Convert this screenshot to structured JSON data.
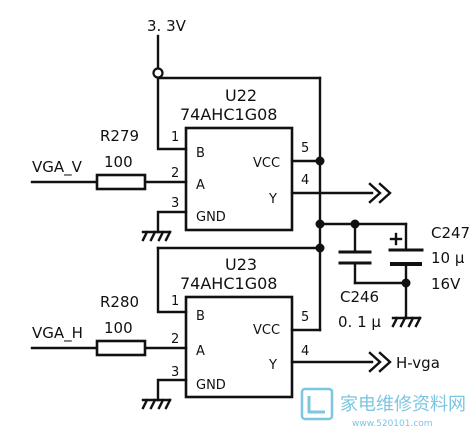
{
  "supply": {
    "label": "3. 3V"
  },
  "gates": [
    {
      "ref": "U22",
      "part": "74AHC1G08",
      "pins": {
        "b_num": "1",
        "a_num": "2",
        "gnd_num": "3",
        "y_num": "4",
        "vcc_num": "5"
      },
      "pin_names": {
        "b": "B",
        "a": "A",
        "gnd": "GND",
        "vcc": "VCC",
        "y": "Y"
      }
    },
    {
      "ref": "U23",
      "part": "74AHC1G08",
      "pins": {
        "b_num": "1",
        "a_num": "2",
        "gnd_num": "3",
        "y_num": "4",
        "vcc_num": "5"
      },
      "pin_names": {
        "b": "B",
        "a": "A",
        "gnd": "GND",
        "vcc": "VCC",
        "y": "Y"
      },
      "output_net": "H-vga"
    }
  ],
  "resistors": [
    {
      "ref": "R279",
      "value": "100",
      "input_net": "VGA_V"
    },
    {
      "ref": "R280",
      "value": "100",
      "input_net": "VGA_H"
    }
  ],
  "capacitors": [
    {
      "ref": "C247",
      "value": "10 μ",
      "voltage": "16V",
      "polarized": true
    },
    {
      "ref": "C246",
      "value": "0. 1 μ",
      "polarized": false
    }
  ],
  "watermark": {
    "text": "家电维修资料网",
    "url": "www.520101.com"
  }
}
